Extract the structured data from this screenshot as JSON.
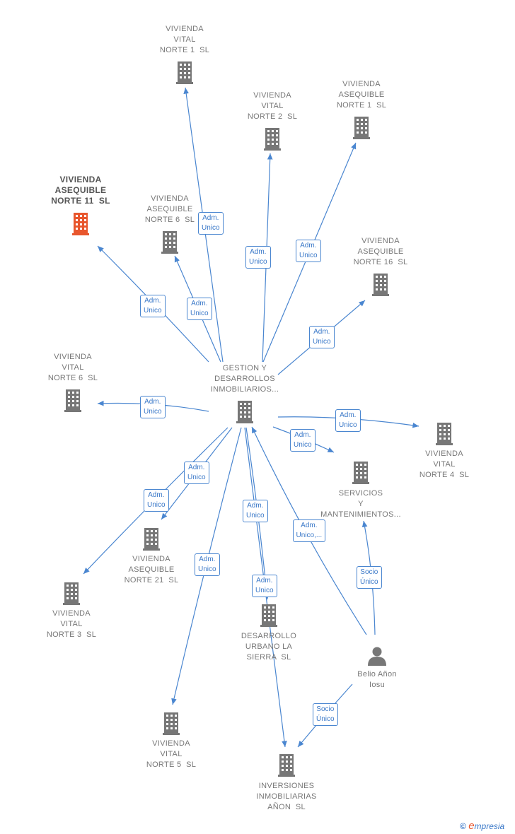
{
  "colors": {
    "edge": "#4a86d0",
    "building": "#777777",
    "building_focus": "#e8562d",
    "person": "#777777"
  },
  "nodes": [
    {
      "id": "gestion",
      "type": "building",
      "label": "GESTION Y\nDESARROLLOS\nINMOBILIARIOS..."
    },
    {
      "id": "vvn1",
      "type": "building",
      "label": "VIVIENDA\nVITAL\nNORTE 1  SL"
    },
    {
      "id": "vvn2",
      "type": "building",
      "label": "VIVIENDA\nVITAL\nNORTE 2  SL"
    },
    {
      "id": "van1",
      "type": "building",
      "label": "VIVIENDA\nASEQUIBLE\nNORTE 1  SL"
    },
    {
      "id": "van11",
      "type": "building",
      "label": "VIVIENDA\nASEQUIBLE\nNORTE 11  SL",
      "focus": true
    },
    {
      "id": "van6",
      "type": "building",
      "label": "VIVIENDA\nASEQUIBLE\nNORTE 6  SL"
    },
    {
      "id": "van16",
      "type": "building",
      "label": "VIVIENDA\nASEQUIBLE\nNORTE 16  SL"
    },
    {
      "id": "vvn6",
      "type": "building",
      "label": "VIVIENDA\nVITAL\nNORTE 6  SL"
    },
    {
      "id": "vvn4",
      "type": "building",
      "label": "VIVIENDA\nVITAL\nNORTE 4  SL"
    },
    {
      "id": "servicios",
      "type": "building",
      "label": "SERVICIOS\nY\nMANTENIMIENTOS..."
    },
    {
      "id": "van21",
      "type": "building",
      "label": "VIVIENDA\nASEQUIBLE\nNORTE 21  SL"
    },
    {
      "id": "vvn3",
      "type": "building",
      "label": "VIVIENDA\nVITAL\nNORTE 3  SL"
    },
    {
      "id": "dula",
      "type": "building",
      "label": "DESARROLLO\nURBANO LA\nSIERRA  SL"
    },
    {
      "id": "belio",
      "type": "person",
      "label": "Belio Añon\nIosu"
    },
    {
      "id": "vvn5",
      "type": "building",
      "label": "VIVIENDA\nVITAL\nNORTE 5  SL"
    },
    {
      "id": "inversiones",
      "type": "building",
      "label": "INVERSIONES\nINMOBILIARIAS\nAÑON  SL"
    }
  ],
  "edges": [
    {
      "from": "gestion",
      "to": "vvn1",
      "label": "Adm.\nUnico"
    },
    {
      "from": "gestion",
      "to": "vvn2",
      "label": "Adm.\nUnico"
    },
    {
      "from": "gestion",
      "to": "van1",
      "label": "Adm.\nUnico"
    },
    {
      "from": "gestion",
      "to": "van11",
      "label": "Adm.\nUnico"
    },
    {
      "from": "gestion",
      "to": "van6",
      "label": "Adm.\nUnico"
    },
    {
      "from": "gestion",
      "to": "van16",
      "label": "Adm.\nUnico"
    },
    {
      "from": "gestion",
      "to": "vvn6",
      "label": "Adm.\nUnico"
    },
    {
      "from": "gestion",
      "to": "vvn4",
      "label": "Adm.\nUnico"
    },
    {
      "from": "gestion",
      "to": "servicios",
      "label": "Adm.\nUnico"
    },
    {
      "from": "gestion",
      "to": "van21",
      "label": "Adm.\nUnico"
    },
    {
      "from": "gestion",
      "to": "vvn3",
      "label": "Adm.\nUnico"
    },
    {
      "from": "gestion",
      "to": "vvn5",
      "label": "Adm.\nUnico"
    },
    {
      "from": "gestion",
      "to": "dula",
      "label": "Adm.\nUnico"
    },
    {
      "from": "gestion",
      "to": "inversiones",
      "label": "Adm.\nUnico"
    },
    {
      "from": "belio",
      "to": "gestion",
      "label": "Adm.\nUnico,..."
    },
    {
      "from": "belio",
      "to": "servicios",
      "label": "Socio\nÚnico"
    },
    {
      "from": "belio",
      "to": "inversiones",
      "label": "Socio\nÚnico"
    }
  ],
  "logo": {
    "symbol": "©",
    "text": "mpresia",
    "initial": "e"
  }
}
